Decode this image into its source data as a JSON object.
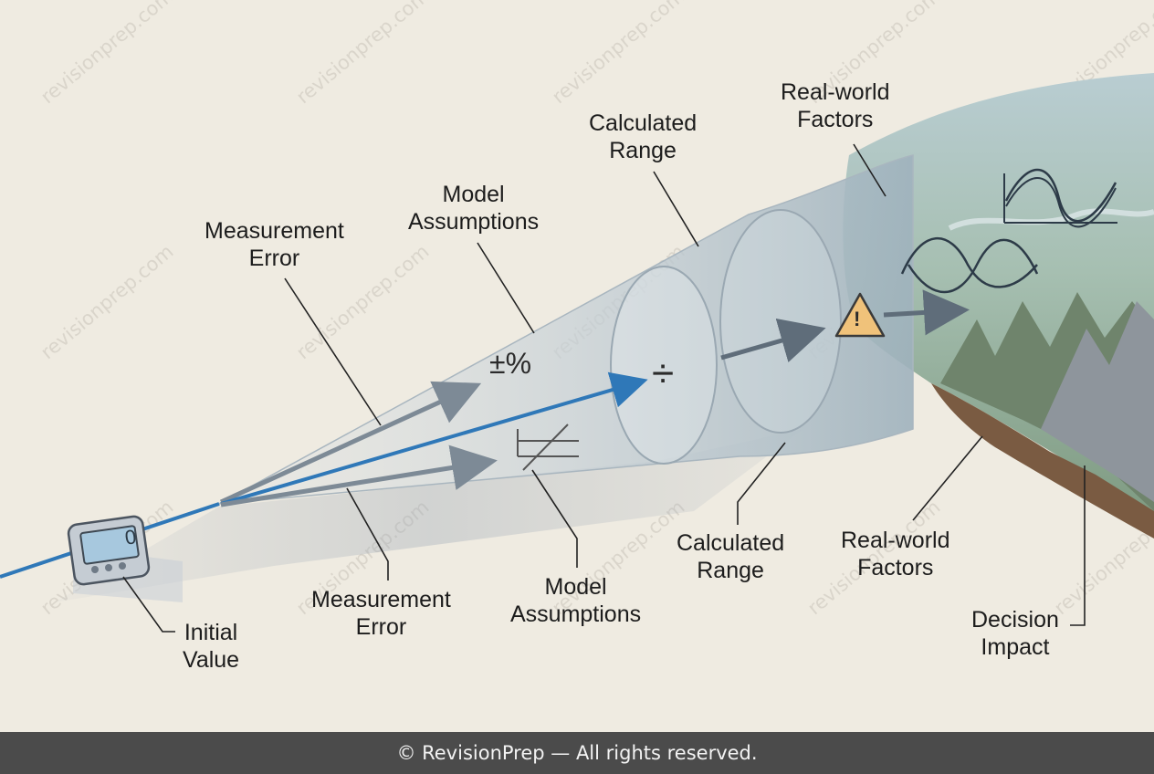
{
  "labels": {
    "measurement_error_top": [
      "Measurement",
      "Error"
    ],
    "model_assumptions_top": [
      "Model",
      "Assumptions"
    ],
    "calculated_range_top": [
      "Calculated",
      "Range"
    ],
    "real_world_factors_top": [
      "Real-world",
      "Factors"
    ],
    "measurement_error_bottom": [
      "Measurement",
      "Error"
    ],
    "model_assumptions_bottom": [
      "Model",
      "Assumptions"
    ],
    "calculated_range_bottom": [
      "Calculated",
      "Range"
    ],
    "real_world_factors_bottom": [
      "Real-world",
      "Factors"
    ],
    "initial_value": [
      "Initial",
      "Value"
    ],
    "decision_impact": [
      "Decision",
      "Impact"
    ]
  },
  "symbols": {
    "plus_minus_percent": "±%",
    "divide": "÷",
    "warning": "!",
    "device_digit": "0"
  },
  "watermark": "revisionprep.com",
  "footer": "© RevisionPrep — All rights reserved.",
  "colors": {
    "background": "#efebe1",
    "beam_blue": "#2f78b8",
    "arrow_gray": "#7d8a96",
    "warning_fill": "#f0c27a",
    "footer_bg": "#4b4b4b"
  }
}
